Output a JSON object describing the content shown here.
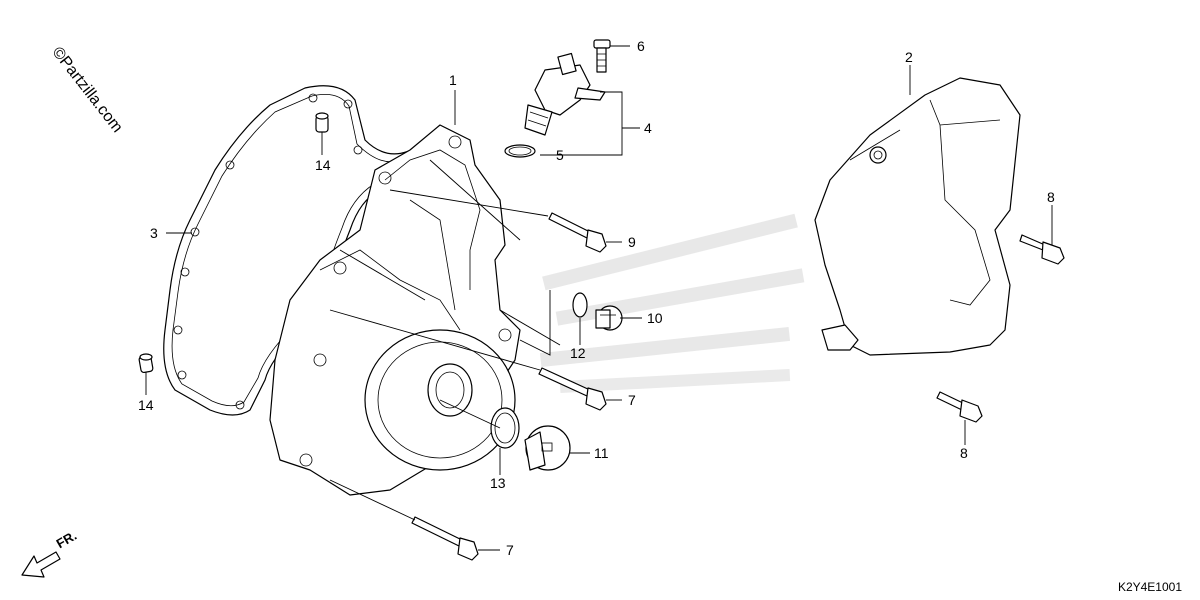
{
  "watermark": "©Partzilla.com",
  "diagram_code": "K2Y4E1001",
  "front_marker": "FR.",
  "callouts": {
    "c1": "1",
    "c2": "2",
    "c3": "3",
    "c4": "4",
    "c5": "5",
    "c6": "6",
    "c7a": "7",
    "c7b": "7",
    "c8a": "8",
    "c8b": "8",
    "c9": "9",
    "c10": "10",
    "c11": "11",
    "c12": "12",
    "c13": "13",
    "c14a": "14",
    "c14b": "14"
  }
}
